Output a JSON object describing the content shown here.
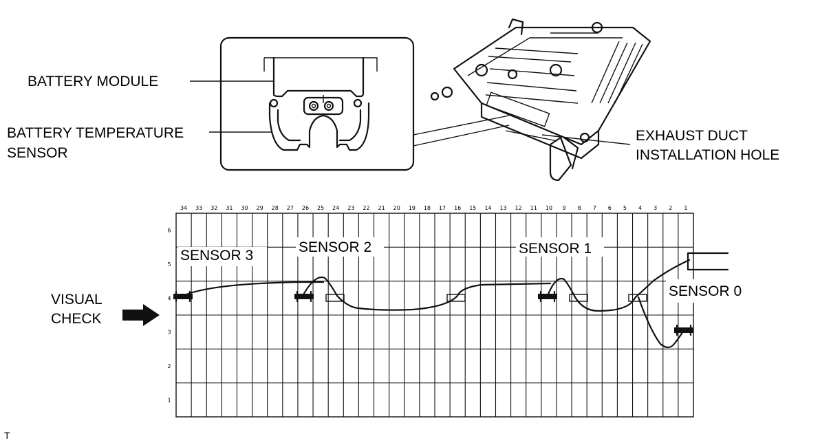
{
  "labels": {
    "battery_module": "BATTERY MODULE",
    "temp_sensor_line1": "BATTERY TEMPERATURE",
    "temp_sensor_line2": "SENSOR",
    "exhaust_line1": "EXHAUST DUCT",
    "exhaust_line2": "INSTALLATION HOLE",
    "visual_check_line1": "VISUAL",
    "visual_check_line2": "CHECK",
    "corner_mark": "T"
  },
  "sensors": [
    {
      "label": "SENSOR 3"
    },
    {
      "label": "SENSOR 2"
    },
    {
      "label": "SENSOR 1"
    },
    {
      "label": "SENSOR 0"
    }
  ],
  "grid": {
    "column_labels": [
      "34",
      "33",
      "32",
      "31",
      "30",
      "29",
      "28",
      "27",
      "26",
      "25",
      "24",
      "23",
      "22",
      "21",
      "20",
      "19",
      "18",
      "17",
      "16",
      "15",
      "14",
      "13",
      "12",
      "11",
      "10",
      "9",
      "8",
      "7",
      "6",
      "5",
      "4",
      "3",
      "2",
      "1"
    ],
    "row_labels": [
      "6",
      "5",
      "4",
      "3",
      "2",
      "1"
    ]
  },
  "colors": {
    "ink": "#111111",
    "background": "#ffffff",
    "clip_fill": "#f2f2f2"
  },
  "icons": [
    "arrow-right-icon"
  ]
}
